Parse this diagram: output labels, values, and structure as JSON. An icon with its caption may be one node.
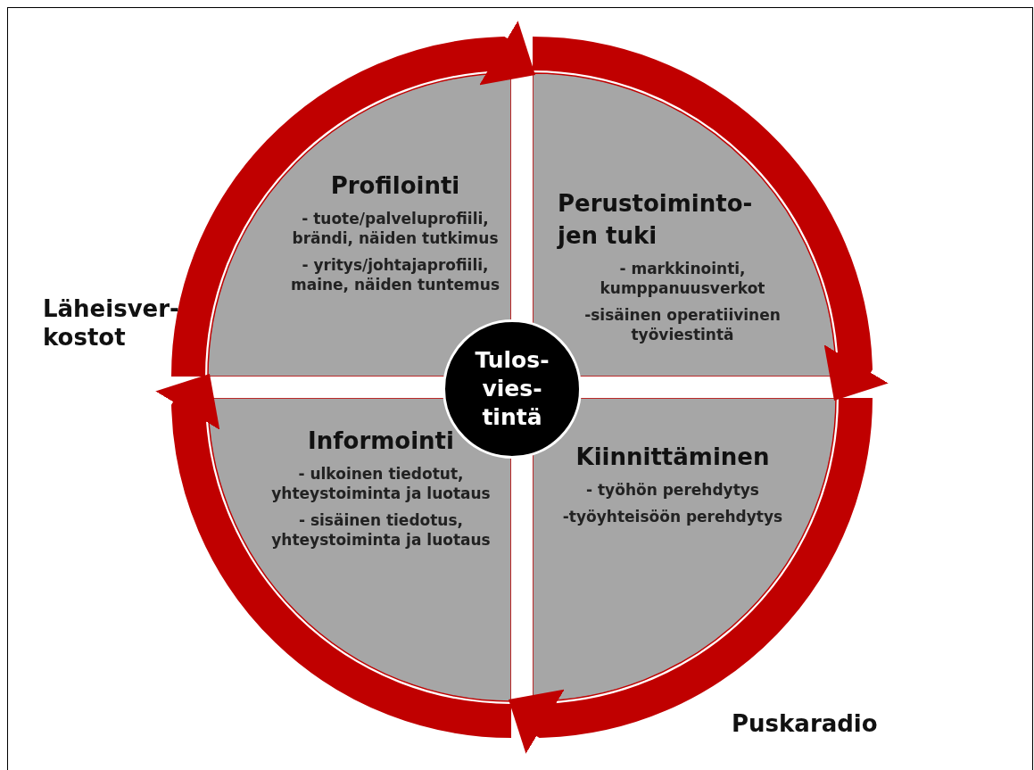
{
  "diagram": {
    "nodes": [
      {
        "text": [
          "Profilointi",
          "- tuote/palveluprofiili, brändi, näiden tutkimus",
          "- yritys/johtajaprofiili, maine, näiden tuntemus"
        ]
      },
      {
        "text": [
          "Perustoiminto- jen tuki",
          "- markkinointi, kumppanuusverkot",
          "-sisäinen operatiivinen työviestintä"
        ]
      },
      {
        "text": [
          "Tulos- vies- tintä"
        ]
      },
      {
        "text": [
          "Informointi",
          "- ulkoinen tiedotut, yhteystoiminta ja luotaus",
          "- sisäinen tiedotus, yhteystoiminta ja luotaus"
        ]
      },
      {
        "text": [
          "Kiinnittäminen",
          "- työhön perehdytys",
          "-työyhteisöön perehdytys"
        ]
      }
    ],
    "edges": [
      {
        "from": 0,
        "to": 1,
        "arrow": "to"
      },
      {
        "from": 1,
        "to": 4,
        "arrow": "to"
      },
      {
        "from": 4,
        "to": 3,
        "arrow": "to"
      },
      {
        "from": 3,
        "to": 0,
        "arrow": "to"
      }
    ],
    "labels": [
      "Läheisver- kostot",
      "Puskaradio"
    ]
  }
}
